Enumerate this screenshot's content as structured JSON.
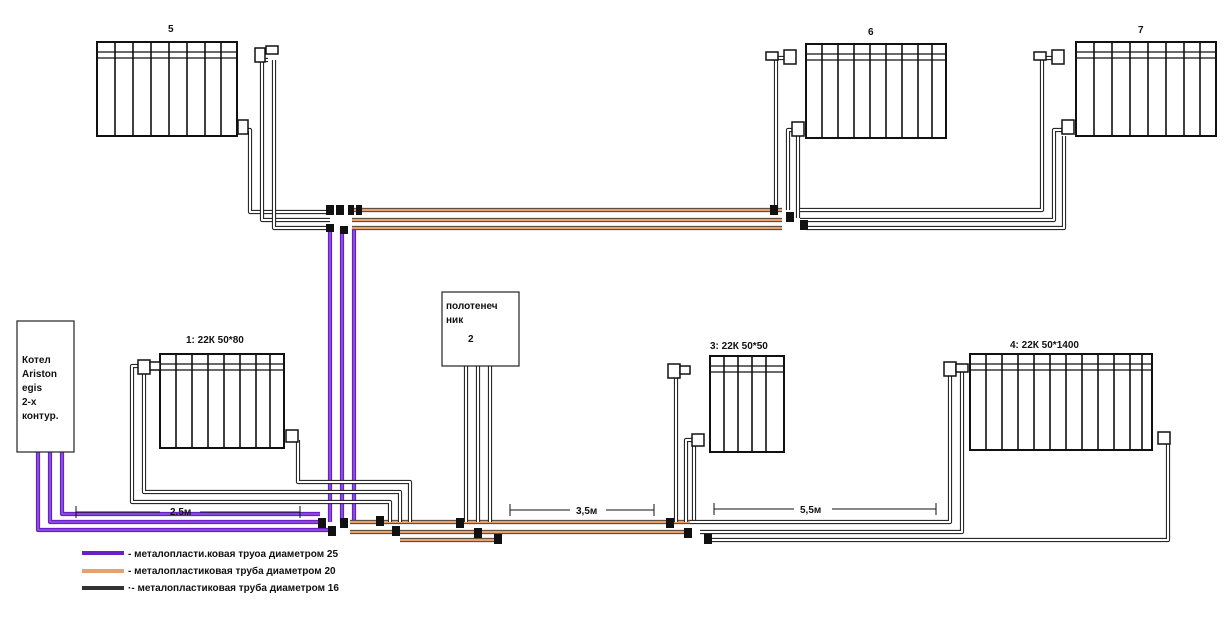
{
  "boiler": {
    "lines": [
      "Котел",
      "Ariston",
      "egis",
      "2-х",
      "контур."
    ]
  },
  "towel_warmer": {
    "lines": [
      "полотенеч",
      "ник"
    ],
    "number": "2"
  },
  "radiators": {
    "r1": "1: 22К 50*80",
    "r3": "3: 22К 50*50",
    "r4": "4: 22К 50*1400",
    "r5": "5",
    "r6": "6",
    "r7": "7"
  },
  "dimensions": {
    "d1": "2.5м",
    "d2": "3,5м",
    "d3": "5,5м"
  },
  "legend": {
    "items": [
      {
        "color": "#6a1fc8",
        "label": "- металопласти.ковая труоа диаметром 25"
      },
      {
        "color": "#e9a06a",
        "label": "- металопластиковая труба диаметром 20"
      },
      {
        "color": "#333333",
        "label": "·- металопластиковая труба диаметром 16"
      }
    ]
  }
}
